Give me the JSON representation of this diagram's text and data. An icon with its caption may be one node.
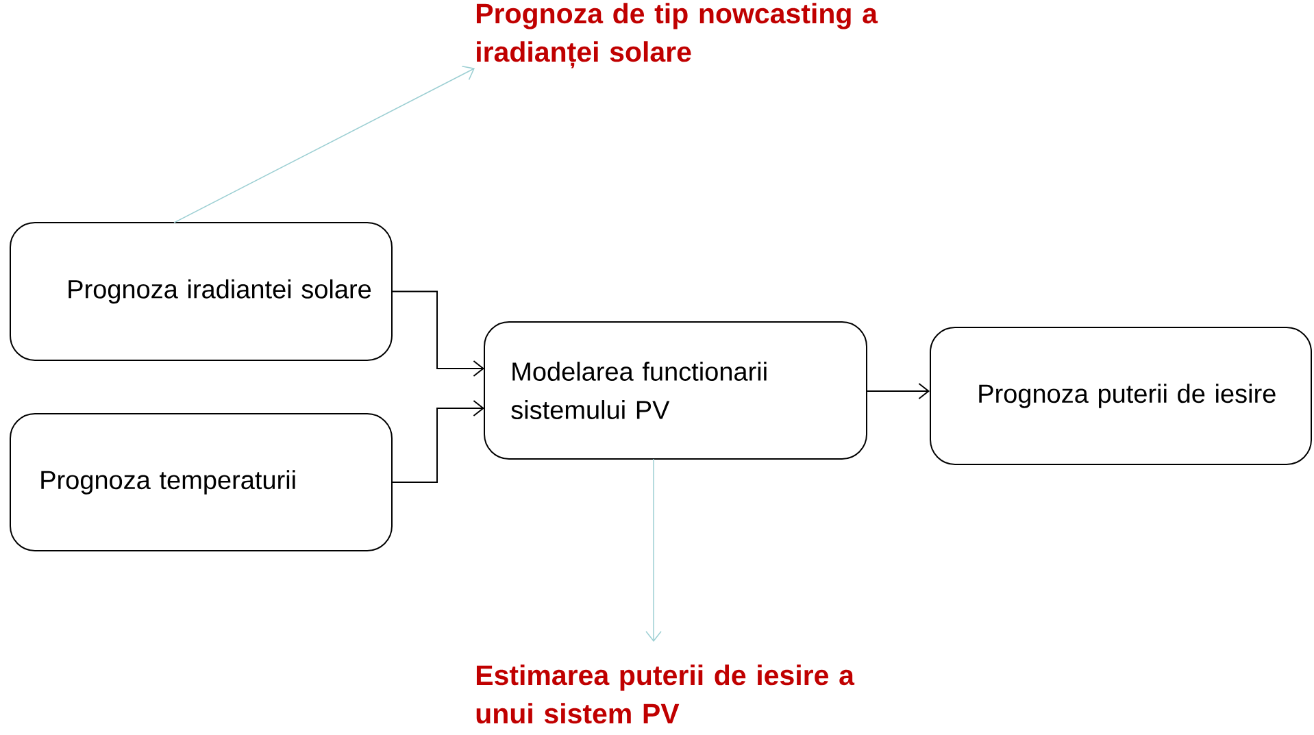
{
  "diagram": {
    "nodes": [
      {
        "text": [
          "Prognoza iradiantei solare"
        ]
      },
      {
        "text": [
          "Prognoza temperaturii"
        ]
      },
      {
        "text": [
          "Modelarea functionarii sistemului PV"
        ]
      },
      {
        "text": [
          "Prognoza puterii de iesire"
        ]
      },
      {
        "text": [
          "Prognoza de tip nowcasting a iradianței solare"
        ]
      },
      {
        "text": [
          "Estimarea puterii de iesire a unui sistem PV"
        ]
      }
    ],
    "edges": [
      {
        "from": 0,
        "to": 2,
        "arrow": "to"
      },
      {
        "from": 1,
        "to": 2,
        "arrow": "to"
      },
      {
        "from": 2,
        "to": 3,
        "arrow": "to"
      },
      {
        "from": 0,
        "to": 4,
        "arrow": "to",
        "color": "#9ccfd3"
      },
      {
        "from": 2,
        "to": 5,
        "arrow": "to",
        "color": "#9ccfd3"
      }
    ]
  }
}
